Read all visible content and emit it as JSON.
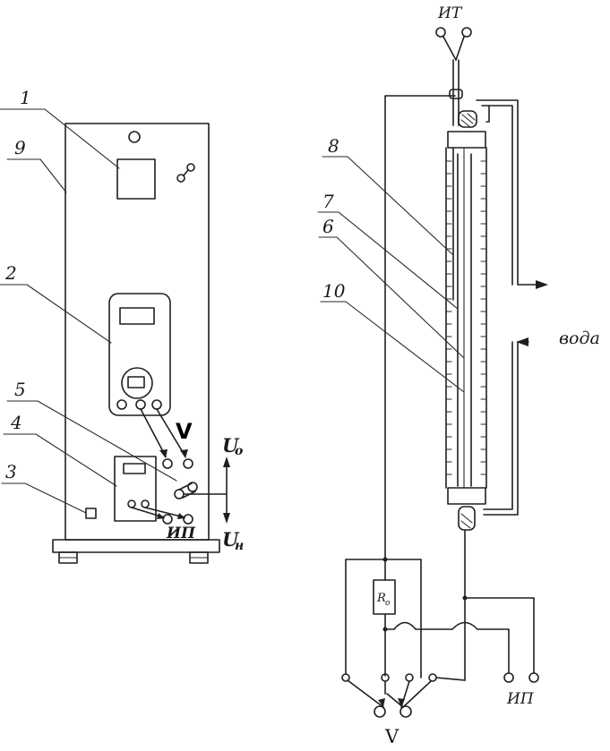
{
  "labels": {
    "n1": "1",
    "n2": "2",
    "n3": "3",
    "n4": "4",
    "n5": "5",
    "n6": "6",
    "n7": "7",
    "n8": "8",
    "n9": "9",
    "n10": "10",
    "volt_left": "V",
    "u0_main": "U",
    "u0_sub": "o",
    "un_main": "U",
    "un_sub": "н",
    "ip_left": "ИП",
    "it_top": "ИТ",
    "voda": "вода",
    "r0_main": "R",
    "r0_sub": "o",
    "ip_right": "ИП",
    "volt_bottom": "V"
  },
  "colors": {
    "ink": "#1f1f1f",
    "paper": "#ffffff"
  }
}
